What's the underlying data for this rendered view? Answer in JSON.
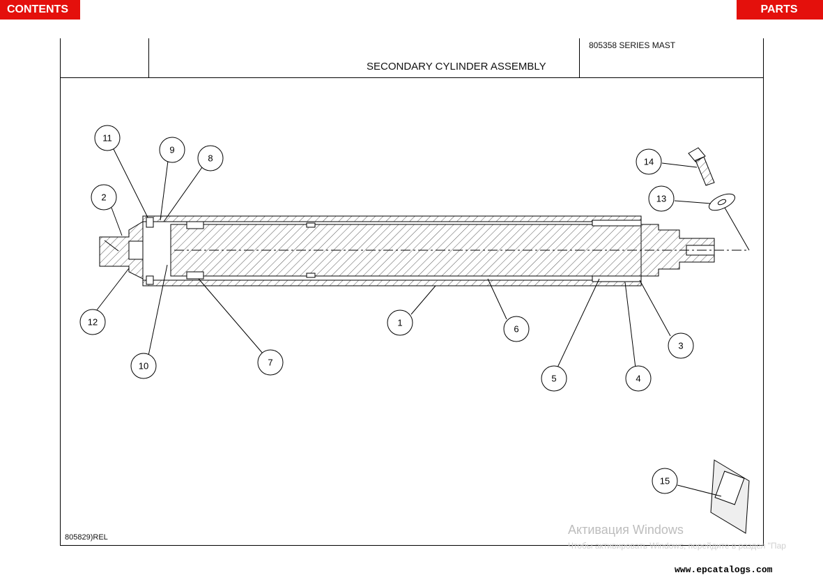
{
  "nav": {
    "contents_label": "CONTENTS",
    "parts_index_label": "PARTS INDEX"
  },
  "header": {
    "title": "SECONDARY CYLINDER ASSEMBLY",
    "series": "805358 SERIES MAST"
  },
  "footer": {
    "drawing_code": "805829)REL",
    "url": "www.epcatalogs.com"
  },
  "watermark": {
    "line1": "Активация Windows",
    "line2": "Чтобы активировать Windows, перейдите в раздел \"Пар"
  },
  "callouts": [
    "1",
    "2",
    "3",
    "4",
    "5",
    "6",
    "7",
    "8",
    "9",
    "10",
    "11",
    "12",
    "13",
    "14",
    "15"
  ],
  "colors": {
    "nav_red": "#e4100c"
  }
}
